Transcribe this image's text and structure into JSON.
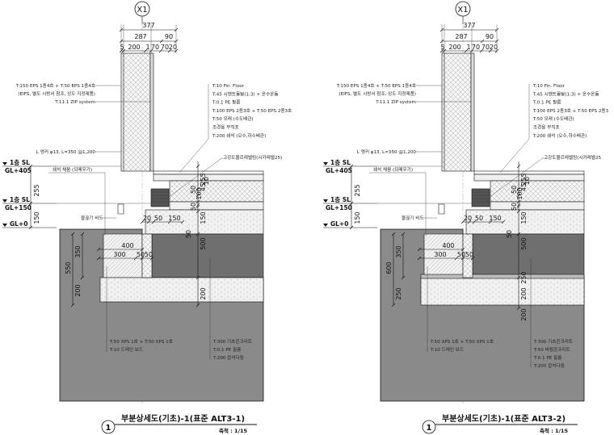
{
  "panels": [
    {
      "id": "left",
      "grid_label": "X1",
      "dims_top": [
        "377",
        "287",
        "90",
        "5",
        "200",
        "1",
        "70",
        "70",
        "20"
      ],
      "annotations_left": [
        "T:150 EPS 1종4호 + T:50 EPS 1종4호",
        "(EIFS, 별도 시방서 참조, 상도 지정제품)",
        "T:11.1 ZIP system"
      ],
      "annotations_right": [
        "T:10 Fin. Floor",
        "T:45 시멘트몰탈(1:3) + 온수온돌",
        "T:0.1 PE 필름",
        "T:100 EPS 2종3호 + T:50 EPS 2종3호",
        "T:50 모래 (수도배관)",
        "조경용 부직포",
        "T:200 쇄석 (오수,하수배관)"
      ],
      "anchor_note": "L 앵커 φ13, L=350 @1,200",
      "fill_note": "쇄석 채움 (되메우기)",
      "beam_note": "고강도몰르레벨링(시카레벨25)",
      "drain_note": "물끊기 비드",
      "levels": [
        "1층 SL",
        "GL+405",
        "1층 SL",
        "GL+150",
        "GL+0"
      ],
      "dims_right": [
        "255",
        "50",
        "100",
        "45",
        "10",
        "150",
        "50",
        "500",
        "200"
      ],
      "dims_left": [
        "255",
        "150"
      ],
      "dims_mid": [
        "20",
        "50",
        "150",
        "50"
      ],
      "dims_lower": [
        "400",
        "300",
        "50",
        "50",
        "350",
        "550",
        "200"
      ],
      "bottom_left": [
        "T:50 XPS 1호 + T:50 XPS 1호",
        "T:10 드레인 보드"
      ],
      "bottom_right": [
        "T:300 기초콘크리트",
        "T:0.1 PE 필름",
        "T:200 잡석다짐"
      ],
      "title_no": "1",
      "title": "부분상세도(기초)-1(표준 ALT3-1)",
      "scale": "축척 : 1/15"
    },
    {
      "id": "right",
      "grid_label": "X1",
      "dims_top": [
        "377",
        "287",
        "90",
        "5",
        "200",
        "1",
        "70",
        "70",
        "20"
      ],
      "annotations_left": [
        "T:150 EPS 1종4호 + T:50 EPS 1종4호",
        "(EIFS, 별도 시방서 참조, 상도 지정제품)",
        "T:11.1 ZIP system"
      ],
      "annotations_right": [
        "T:10 Fin. Floor",
        "T:45 시멘트몰탈(1:3) + 온수온돌",
        "T:0.1 PE 필름",
        "T:100 EPS 2종3호 + T:50 EPS 2종3",
        "T:50 모래 (수도배관)",
        "조경용 부직포",
        "T:200 쇄석 (오수,하수배관)"
      ],
      "anchor_note": "L 앵커 φ13, L=350 @1,200",
      "fill_note": "쇄석 채움 (되메우기)",
      "beam_note": "고강도몰르레벨링(시카레벨25",
      "drain_note": "물끊기 비드",
      "levels": [
        "1층 SL",
        "GL+405",
        "1층 SL",
        "GL+150",
        "GL+0"
      ],
      "dims_right": [
        "255",
        "50",
        "100",
        "45",
        "10",
        "150",
        "50",
        "500",
        "200",
        "250"
      ],
      "dims_left": [
        "255",
        "150"
      ],
      "dims_mid": [
        "20",
        "50",
        "150",
        "50"
      ],
      "dims_lower": [
        "400",
        "300",
        "50",
        "50",
        "350",
        "600",
        "250",
        "200"
      ],
      "bottom_left": [
        "T:50 XPS 1호 + T:50 XPS 1호",
        "T:10 드레인 보드"
      ],
      "bottom_right": [
        "T:300 기초콘크리트",
        "T:50 버림콘크리트",
        "T:0.1 PE 필름",
        "T:200 잡석다짐"
      ],
      "title_no": "1",
      "title": "부분상세도(기초)-1(표준 ALT3-2)",
      "scale": "축척 : 1/15"
    }
  ],
  "colors": {
    "concrete": "#8a8a8a",
    "concrete_dark": "#6f6f6f",
    "gravel": "#efefef",
    "insulation": "#f4f4f4",
    "line": "#111111"
  }
}
